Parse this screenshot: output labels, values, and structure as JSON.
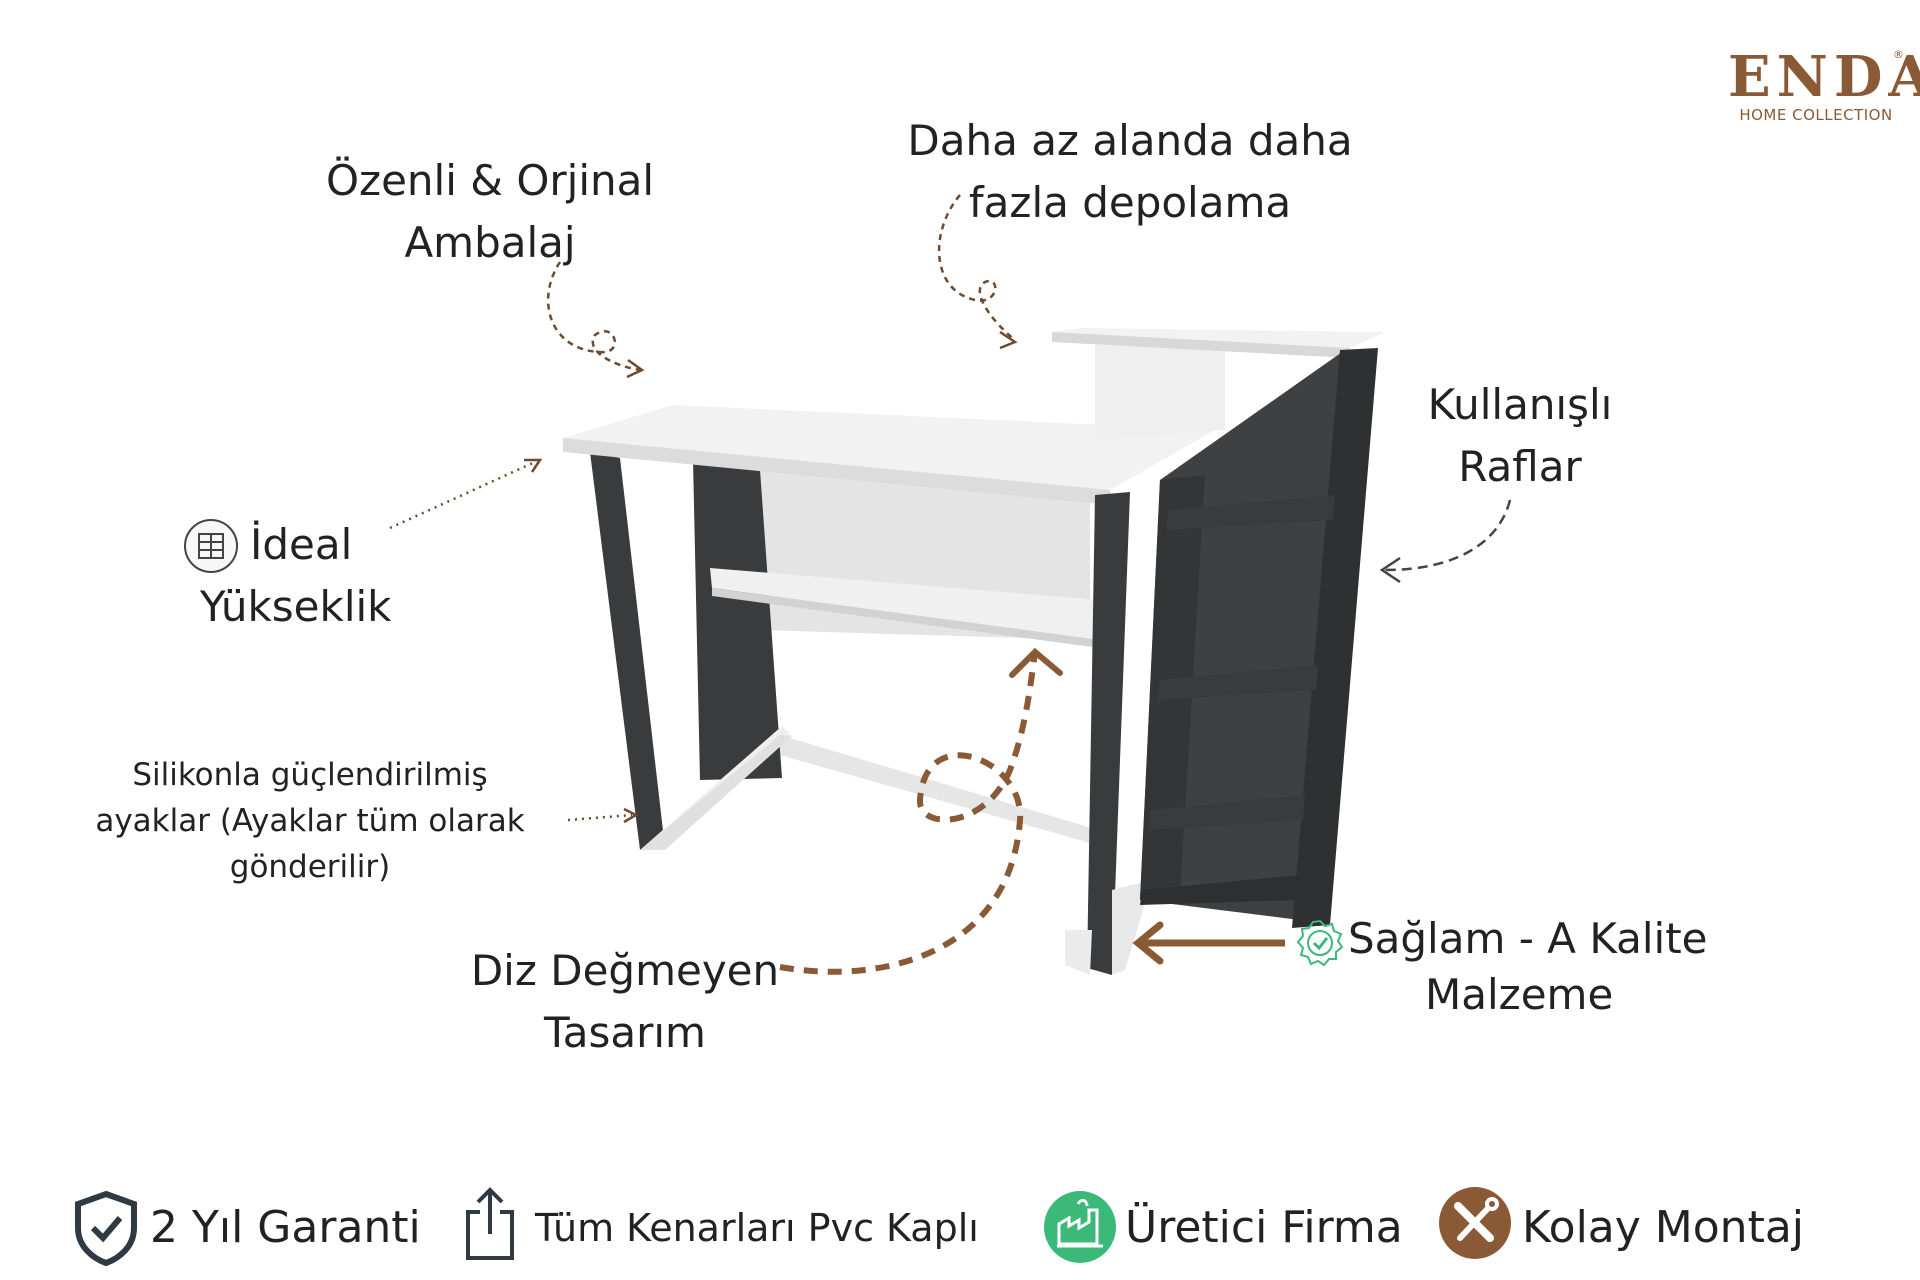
{
  "brand": {
    "name": "ENDA",
    "registered_mark": "®",
    "tagline": "HOME COLLECTION",
    "color": "#8a5a36"
  },
  "features": {
    "packaging": {
      "line1": "Özenli & Orjinal",
      "line2": "Ambalaj"
    },
    "storage": {
      "line1": "Daha az alanda daha",
      "line2": "fazla depolama"
    },
    "shelves": {
      "line1": "Kullanışlı",
      "line2": "Raflar"
    },
    "height": {
      "line1": "İdeal",
      "line2": "Yükseklik",
      "icon": "furniture-icon"
    },
    "feet": {
      "line1": "Silikonla güçlendirilmiş",
      "line2": "ayaklar (Ayaklar tüm olarak",
      "line3": "gönderilir)"
    },
    "knee": {
      "line1": "Diz Değmeyen",
      "line2": "Tasarım"
    },
    "material": {
      "line1": "Sağlam - A Kalite",
      "line2": "Malzeme",
      "icon": "quality-check-icon"
    }
  },
  "badges": [
    {
      "label": "2 Yıl Garanti",
      "icon": "shield-check-icon"
    },
    {
      "label": "Tüm Kenarları Pvc Kaplı",
      "icon": "share-upload-icon"
    },
    {
      "label": "Üretici Firma",
      "icon": "factory-icon"
    },
    {
      "label": "Kolay Montaj",
      "icon": "tools-icon"
    }
  ],
  "colors": {
    "accent": "#8a5a36",
    "desk_white": "#ebebeb",
    "desk_dark": "#3a3b3c",
    "factory_green": "#3cb878"
  }
}
